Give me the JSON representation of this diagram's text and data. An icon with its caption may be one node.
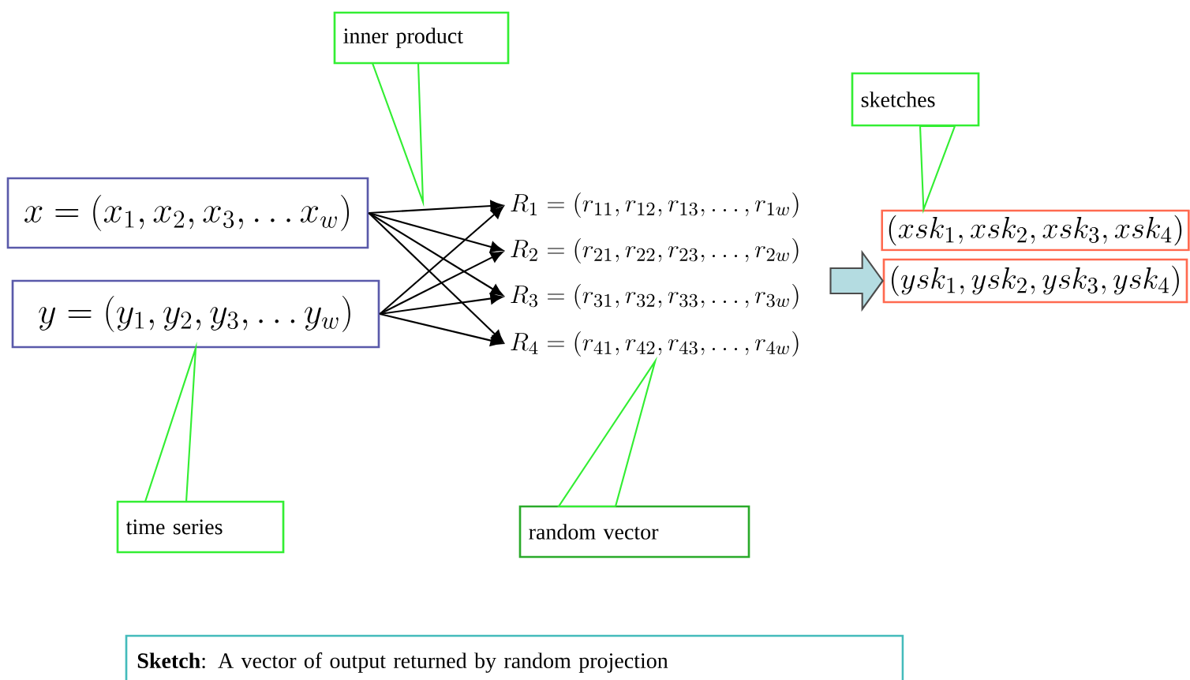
{
  "diagram": {
    "nodes": [
      {
        "text": [
          "x=(x_1,x_2,x_3,\\ldots x_w)"
        ]
      },
      {
        "text": [
          "y=(y_1,y_2,y_3,\\ldots y_w)"
        ]
      },
      {
        "text": [
          "R_1=(r_{11},r_{12},r_{13},\\ldots,r_{1w})"
        ]
      },
      {
        "text": [
          "R_2=(r_{21},r_{22},r_{23},\\ldots,r_{2w})"
        ]
      },
      {
        "text": [
          "R_3=(r_{31},r_{32},r_{33},\\ldots,r_{3w})"
        ]
      },
      {
        "text": [
          "R_4=(r_{41},r_{42},r_{43},\\ldots,r_{4w})"
        ]
      },
      {
        "text": [
          "(xsk_1,xsk_2,xsk_3,xsk_4)"
        ]
      },
      {
        "text": [
          "(ysk_1,ysk_2,ysk_3,ysk_4)"
        ]
      },
      {
        "text": [
          "inner product"
        ]
      },
      {
        "text": [
          "time series"
        ]
      },
      {
        "text": [
          "random vector"
        ]
      },
      {
        "text": [
          "sketches"
        ]
      },
      {
        "text": [
          "**Sketch**: A vector of output returned by random projection"
        ]
      }
    ],
    "edges": [
      {
        "from": 0,
        "to": 2,
        "arrow": "to"
      },
      {
        "from": 0,
        "to": 3,
        "arrow": "to"
      },
      {
        "from": 0,
        "to": 4,
        "arrow": "to"
      },
      {
        "from": 0,
        "to": 5,
        "arrow": "to"
      },
      {
        "from": 1,
        "to": 2,
        "arrow": "to"
      },
      {
        "from": 1,
        "to": 3,
        "arrow": "to"
      },
      {
        "from": 1,
        "to": 4,
        "arrow": "to"
      },
      {
        "from": 1,
        "to": 5,
        "arrow": "to"
      },
      {
        "from": 4,
        "to": 7,
        "arrow": "to",
        "style": "thick"
      },
      {
        "from": 8,
        "to": null,
        "arrow": "none",
        "color": "#33ee33"
      },
      {
        "from": 9,
        "to": 1,
        "arrow": "none",
        "color": "#33ee33"
      },
      {
        "from": 10,
        "to": 5,
        "arrow": "none",
        "color": "#33ee33"
      },
      {
        "from": 11,
        "to": 6,
        "arrow": "none",
        "color": "#33ee33"
      }
    ]
  }
}
